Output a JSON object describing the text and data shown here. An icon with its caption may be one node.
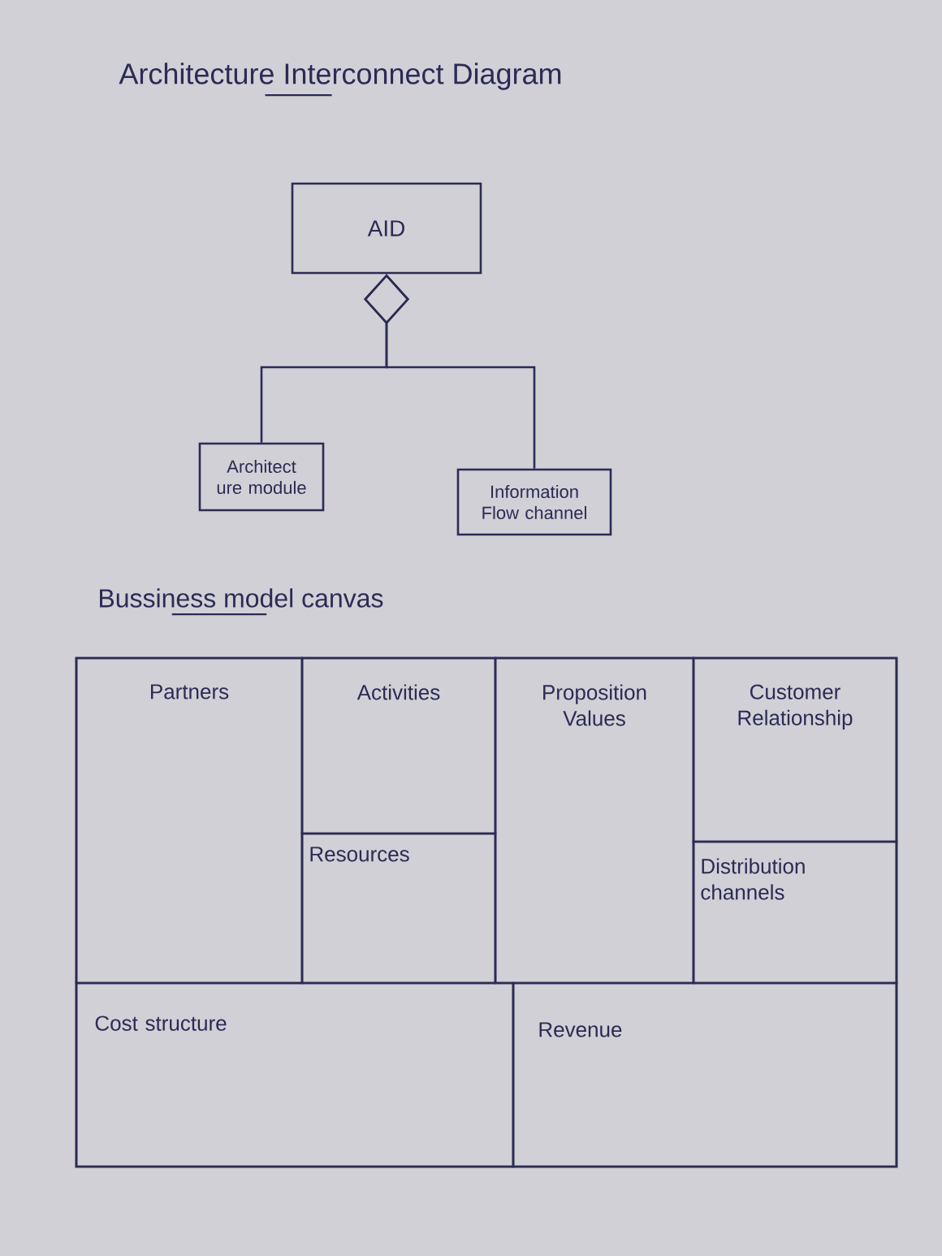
{
  "diagram": {
    "title": "Architecture Interconnect Diagram",
    "nodes": [
      {
        "text": [
          "AID"
        ]
      },
      {
        "text": [
          "Architect ure module"
        ]
      },
      {
        "text": [
          "Information Flow channel"
        ]
      },
      {
        "text": [
          "Bussiness model canvas"
        ]
      },
      {
        "text": [
          "Partners"
        ],
        "in": 3
      },
      {
        "text": [
          "Activities"
        ],
        "in": 3
      },
      {
        "text": [
          "Resources"
        ],
        "in": 3
      },
      {
        "text": [
          "Proposition Values"
        ],
        "in": 3
      },
      {
        "text": [
          "Customer Relationship"
        ],
        "in": 3
      },
      {
        "text": [
          "Distribution channels"
        ],
        "in": 3
      },
      {
        "text": [
          "Cost structure"
        ],
        "in": 3
      },
      {
        "text": [
          "Revenue"
        ],
        "in": 3
      }
    ],
    "edges": [
      {
        "from": 0,
        "to": 1,
        "arrow": "other"
      },
      {
        "from": 0,
        "to": 2,
        "arrow": "other"
      }
    ]
  }
}
